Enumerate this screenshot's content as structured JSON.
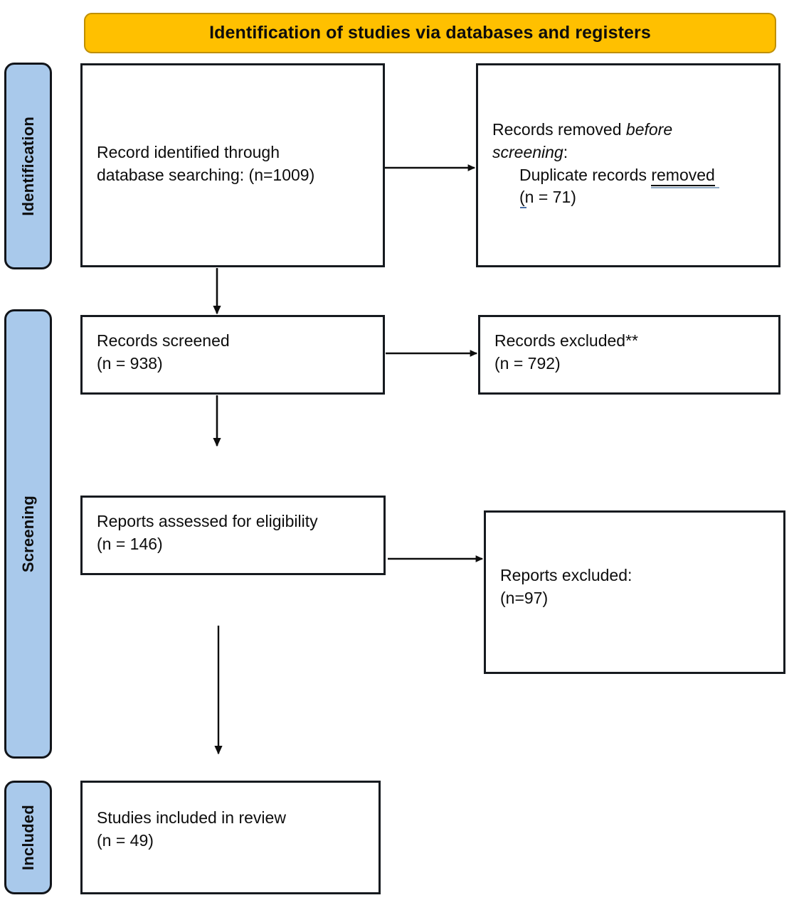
{
  "diagram": {
    "type": "prisma-flow-diagram",
    "title": "Identification of studies via databases and registers",
    "colors": {
      "banner_fill": "#FFC000",
      "banner_border": "#BF8F00",
      "phase_fill": "#A9C9EB",
      "box_border": "#161A1F",
      "text": "#0D0D0D",
      "grammar_underline": "#8FA9C4"
    }
  },
  "phases": [
    {
      "id": "identification",
      "label": "Identification"
    },
    {
      "id": "screening",
      "label": "Screening"
    },
    {
      "id": "included",
      "label": "Included"
    }
  ],
  "nodes": {
    "identified": {
      "line1": "Record identified through",
      "line2": "database searching: (n=1009)",
      "count": 1009
    },
    "removed": {
      "line1_prefix": "Records removed ",
      "line1_italic": "before",
      "line2_italic": "screening",
      "line2_suffix": ":",
      "line3_prefix": "Duplicate records ",
      "line3_underlined": "removed",
      "line4_paren": "(",
      "line4_rest": "n = 71)",
      "count": 71
    },
    "screened": {
      "line1": "Records screened",
      "line2": "(n = 938)",
      "count": 938
    },
    "records_excluded": {
      "line1": "Records excluded**",
      "line2": "(n = 792)",
      "count": 792
    },
    "assessed": {
      "line1": "Reports assessed for eligibility",
      "line2": "(n = 146)",
      "count": 146
    },
    "reports_excluded": {
      "line1": "Reports excluded:",
      "line2": "(n=97)",
      "count": 97
    },
    "included": {
      "line1": "Studies included in review",
      "line2": "(n = 49)",
      "count": 49
    }
  },
  "connectors": [
    {
      "id": "identified-to-removed",
      "direction": "right"
    },
    {
      "id": "identified-to-screened",
      "direction": "down"
    },
    {
      "id": "screened-to-records-excluded",
      "direction": "right"
    },
    {
      "id": "screened-to-assessed",
      "direction": "down"
    },
    {
      "id": "assessed-to-reports-excluded",
      "direction": "right"
    },
    {
      "id": "assessed-to-included",
      "direction": "down"
    }
  ]
}
